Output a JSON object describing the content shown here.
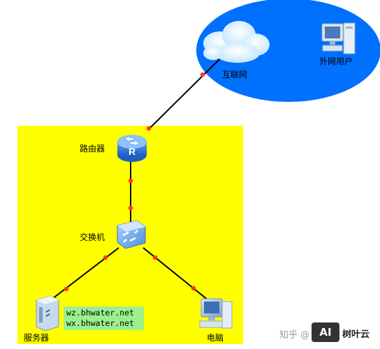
{
  "labels": {
    "internet": "互联网",
    "external_user": "外网用户",
    "router": "路由器",
    "switch": "交换机",
    "server": "服务器",
    "pc": "电脑"
  },
  "domains": [
    "wz.bhwater.net",
    "wx.bhwater.net"
  ],
  "watermark": {
    "text": "知乎 @",
    "logo": "AI",
    "brand": "树叶云"
  },
  "colors": {
    "lan_area": "#ffff00",
    "internet_area": "#0070ff",
    "link": "#000000",
    "port_dot": "#ff3333",
    "domain_box": "#9cf08c"
  }
}
